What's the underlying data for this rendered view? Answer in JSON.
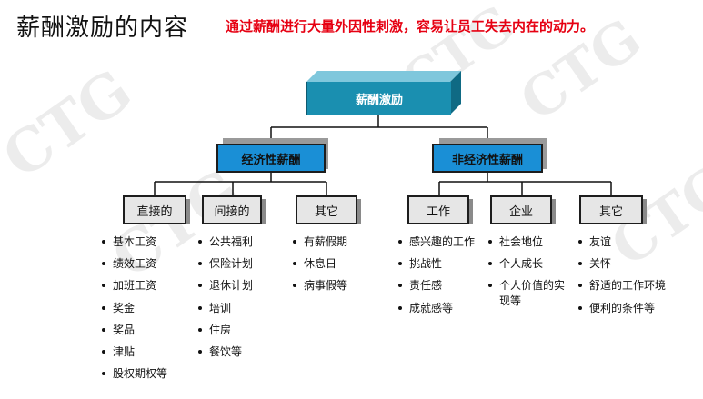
{
  "title": "薪酬激励的内容",
  "subtitle": "通过薪酬进行大量外因性刺激，容易让员工失去内在的动力。",
  "watermark_text": "CTG",
  "colors": {
    "top_box": "#1a8fb0",
    "mid_box": "#1a8fd6",
    "leaf_box": "#e6e6e6",
    "subtitle": "#e60012"
  },
  "tree": {
    "root": "薪酬激励",
    "branches": [
      {
        "label": "经济性薪酬",
        "groups": [
          {
            "label": "直接的",
            "items": [
              "基本工资",
              "绩效工资",
              "加班工资",
              "奖金",
              "奖品",
              "津贴",
              "股权期权等"
            ]
          },
          {
            "label": "间接的",
            "items": [
              "公共福利",
              "保险计划",
              "退休计划",
              "培训",
              "住房",
              "餐饮等"
            ]
          },
          {
            "label": "其它",
            "items": [
              "有薪假期",
              "休息日",
              "病事假等"
            ]
          }
        ]
      },
      {
        "label": "非经济性薪酬",
        "groups": [
          {
            "label": "工作",
            "items": [
              "感兴趣的工作",
              "挑战性",
              "责任感",
              "成就感等"
            ]
          },
          {
            "label": "企业",
            "items": [
              "社会地位",
              "个人成长",
              "个人价值的实现等"
            ]
          },
          {
            "label": "其它",
            "items": [
              "友谊",
              "关怀",
              "舒适的工作环境",
              "便利的条件等"
            ]
          }
        ]
      }
    ]
  }
}
